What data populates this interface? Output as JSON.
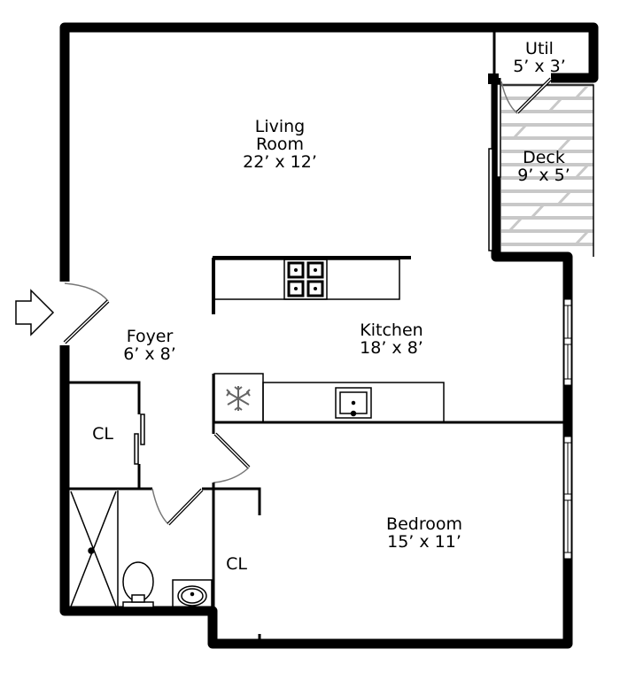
{
  "plan": {
    "rooms": [
      {
        "id": "living-room",
        "name_line1": "Living",
        "name_line2": "Room",
        "dims": "22’ x 12’"
      },
      {
        "id": "util",
        "name": "Util",
        "dims": "5’ x 3’"
      },
      {
        "id": "deck",
        "name": "Deck",
        "dims": "9’ x 5’"
      },
      {
        "id": "foyer",
        "name": "Foyer",
        "dims": "6’ x 8’"
      },
      {
        "id": "kitchen",
        "name": "Kitchen",
        "dims": "18’ x 8’"
      },
      {
        "id": "bedroom",
        "name": "Bedroom",
        "dims": "15’ x 11’"
      },
      {
        "id": "closet-foyer",
        "name": "CL"
      },
      {
        "id": "closet-bedroom",
        "name": "CL"
      }
    ],
    "fixtures": [
      "entry-arrow",
      "range-cooktop",
      "refrigerator",
      "kitchen-sink",
      "shower",
      "toilet",
      "bathroom-sink",
      "windows"
    ],
    "colors": {
      "wall": "#000000",
      "deck_plank": "#c8c8c8",
      "door_swing": "#777777",
      "fridge_icon": "#666666"
    }
  }
}
